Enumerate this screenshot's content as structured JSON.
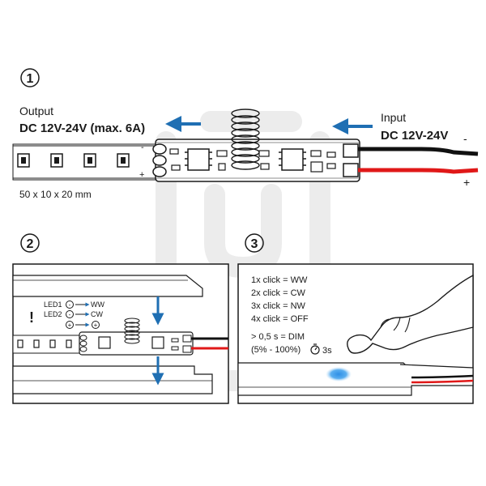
{
  "watermark": {
    "shape": "phone-hook-logo",
    "color": "#ececec"
  },
  "colors": {
    "arrow_blue": "#1f6fb3",
    "led_blue": "#2f8fe6",
    "wire_red": "#e01818",
    "wire_black": "#111111"
  },
  "steps": [
    "1",
    "2",
    "3"
  ],
  "panel1": {
    "output_label": "Output",
    "output_spec": "DC 12V-24V (max. 6A)",
    "input_label": "Input",
    "input_spec": "DC 12V-24V",
    "minus_sign": "-",
    "plus_sign": "+",
    "dimensions": "50 x 10 x 20 mm",
    "pad_minus": "-",
    "pad_plus": "+"
  },
  "panel2": {
    "warning": "!",
    "wiring": [
      {
        "pin": "LED1",
        "symbol": "-",
        "target": "WW"
      },
      {
        "pin": "LED2",
        "symbol": "-",
        "target": "CW"
      },
      {
        "pin": "",
        "symbol": "+",
        "target": "+"
      }
    ]
  },
  "panel3": {
    "clicks": [
      "1x click = WW",
      "2x click = CW",
      "3x click = NW",
      "4x click = OFF"
    ],
    "dim_line": "> 0,5 s = DIM",
    "range_line": "(5% - 100%)",
    "timer_value": "3s"
  }
}
